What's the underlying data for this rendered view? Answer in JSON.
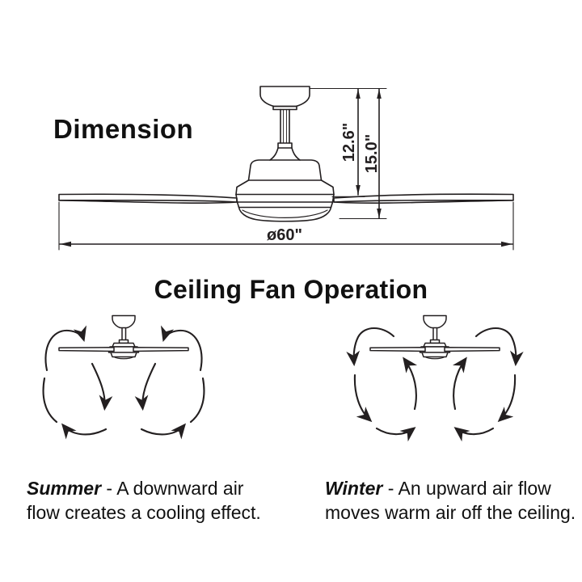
{
  "dimension_section": {
    "heading": "Dimension",
    "height_inner_label": "12.6\"",
    "height_outer_label": "15.0\"",
    "diameter_label": "ø60\""
  },
  "operation_section": {
    "heading": "Ceiling Fan Operation",
    "summer": {
      "term": "Summer",
      "text_line1": " - A downward air",
      "text_line2": "flow creates a cooling effect."
    },
    "winter": {
      "term": "Winter",
      "text_line1": " - An upward air flow",
      "text_line2": "moves warm air off the ceiling."
    }
  },
  "colors": {
    "line": "#231f20",
    "background": "#ffffff"
  }
}
